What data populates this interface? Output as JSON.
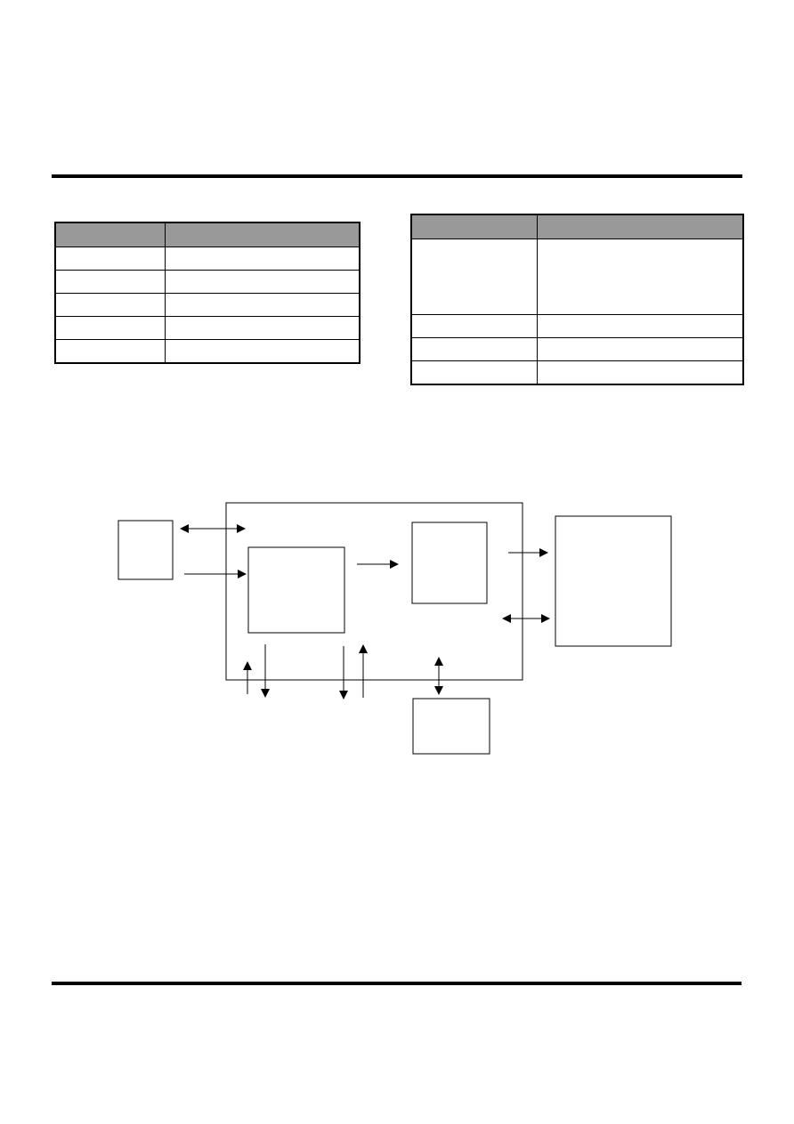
{
  "document": {
    "header_rule": "",
    "footer_rule": ""
  },
  "table_left": {
    "header": [
      "",
      ""
    ],
    "rows": [
      [
        "",
        ""
      ],
      [
        "",
        ""
      ],
      [
        "",
        ""
      ],
      [
        "",
        ""
      ],
      [
        "",
        ""
      ]
    ]
  },
  "table_right": {
    "header": [
      "",
      ""
    ],
    "rows": [
      [
        "",
        ""
      ],
      [
        "",
        ""
      ],
      [
        "",
        ""
      ],
      [
        "",
        ""
      ]
    ]
  },
  "diagram": {
    "boxes": [
      "outer-block",
      "left-block",
      "inner-left-block",
      "inner-right-block",
      "right-block",
      "bottom-block"
    ],
    "arrows": [
      "bidirectional",
      "right",
      "right",
      "right",
      "bidirectional",
      "up",
      "down",
      "down",
      "up",
      "bidirectional"
    ],
    "colors": {
      "stroke": "#000000",
      "header_fill": "#999999"
    }
  }
}
